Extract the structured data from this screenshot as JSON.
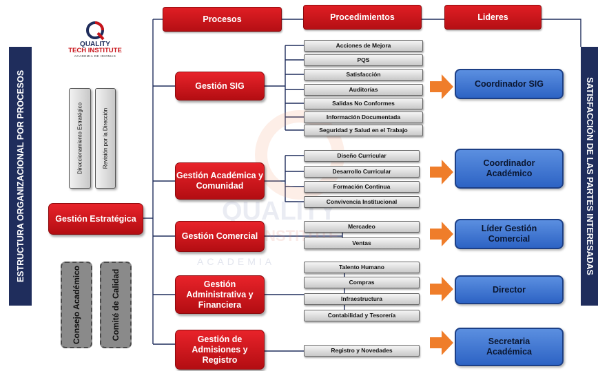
{
  "left_bar": "ESTRUCTURA ORGANIZACIONAL POR PROCESOS",
  "right_bar": "SATISFACCIÓN DE LAS PARTES INTERESADAS",
  "logo": {
    "line1": "QUALITY",
    "line2": "TECH INSTITUTE",
    "line3": "ACADEMIA DE IDIOMAS"
  },
  "watermark": {
    "word1": "QUALITY",
    "word2": "TECH INSTITUTE",
    "word3": "ACADEMIA"
  },
  "headers": {
    "procesos": "Procesos",
    "procedimientos": "Procedimientos",
    "lideres": "Lideres"
  },
  "strategic": {
    "direccionamiento": "Direccionamiento Estratégico",
    "revision": "Revisión por la Dirección",
    "gestion_estrategica": "Gestión Estratégica",
    "consejo": "Consejo Académico",
    "comite": "Comité de Calidad"
  },
  "processes": [
    {
      "name": "Gestión SIG",
      "leader": "Coordinador SIG",
      "procedures": [
        "Acciones de Mejora",
        "PQS",
        "Satisfacción",
        "Auditorías",
        "Salidas No Conformes",
        "Información Documentada",
        "Seguridad y Salud en el Trabajo"
      ]
    },
    {
      "name": "Gestión Académica y Comunidad",
      "leader": "Coordinador Académico",
      "procedures": [
        "Diseño Curricular",
        "Desarrollo Curricular",
        "Formación Continua",
        "Convivencia Institucional"
      ]
    },
    {
      "name": "Gestión Comercial",
      "leader": "Líder Gestión Comercial",
      "procedures": [
        "Mercadeo",
        "Ventas"
      ]
    },
    {
      "name": "Gestión Administrativa y Financiera",
      "leader": "Director",
      "procedures": [
        "Talento Humano",
        "Compras",
        "Infraestructura",
        "Contabilidad y Tesorería"
      ]
    },
    {
      "name": "Gestión de Admisiones y Registro",
      "leader": "Secretaria Académica",
      "procedures": [
        "Registro y Novedades"
      ]
    }
  ]
}
